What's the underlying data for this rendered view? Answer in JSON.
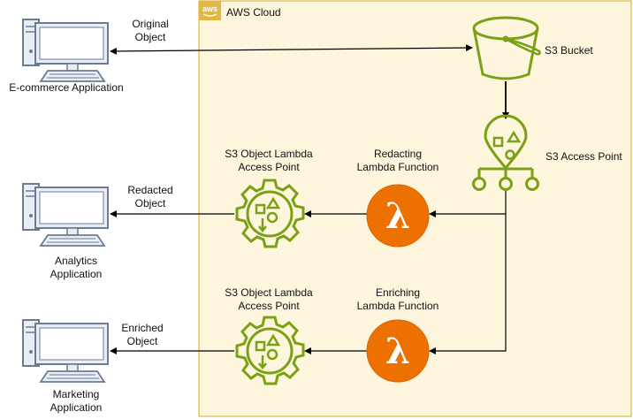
{
  "cloud": {
    "title": "AWS Cloud",
    "badge": "aws",
    "fill": "#fdf6dd",
    "stroke": "#e2b842"
  },
  "colors": {
    "aws_green": "#7aa116",
    "lambda_orange": "#ed7100",
    "computer_blue": "#e8eef8",
    "computer_stroke": "#6d7b8f",
    "arrow": "#000000"
  },
  "clients": {
    "ecommerce": {
      "label": "E-commerce Application",
      "icon": "desktop-computer-icon"
    },
    "analytics": {
      "label_line1": "Analytics",
      "label_line2": "Application",
      "icon": "desktop-computer-icon"
    },
    "marketing": {
      "label_line1": "Marketing",
      "label_line2": "Application",
      "icon": "desktop-computer-icon"
    }
  },
  "services": {
    "s3_bucket": {
      "label": "S3 Bucket",
      "icon": "s3-bucket-icon"
    },
    "s3_access_point": {
      "label": "S3 Access Point",
      "icon": "s3-access-point-icon"
    },
    "redacting_lambda": {
      "label_line1": "Redacting",
      "label_line2": "Lambda Function",
      "icon": "lambda-icon",
      "glyph": "λ"
    },
    "enriching_lambda": {
      "label_line1": "Enriching",
      "label_line2": "Lambda Function",
      "icon": "lambda-icon",
      "glyph": "λ"
    },
    "object_lambda_ap_1": {
      "label_line1": "S3 Object Lambda",
      "label_line2": "Access Point",
      "icon": "object-lambda-access-point-icon"
    },
    "object_lambda_ap_2": {
      "label_line1": "S3 Object Lambda",
      "label_line2": "Access Point",
      "icon": "object-lambda-access-point-icon"
    }
  },
  "edges": {
    "original": {
      "label_line1": "Original",
      "label_line2": "Object"
    },
    "redacted": {
      "label_line1": "Redacted",
      "label_line2": "Object"
    },
    "enriched": {
      "label_line1": "Enriched",
      "label_line2": "Object"
    }
  }
}
